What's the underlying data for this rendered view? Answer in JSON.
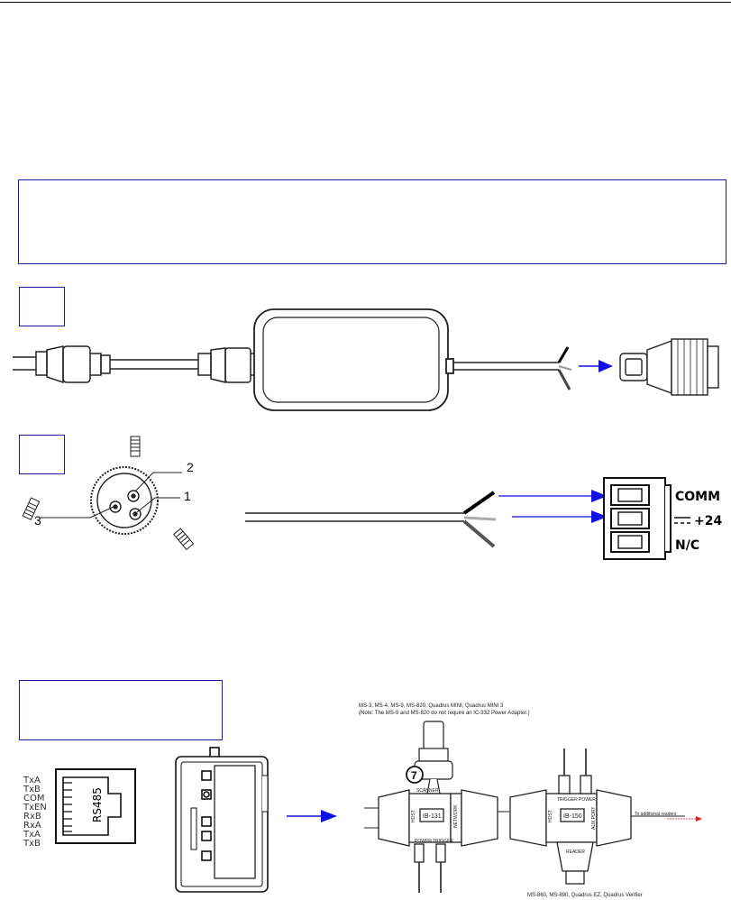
{
  "step_labels": [
    "",
    ""
  ],
  "pin_numbers": [
    "2",
    "1",
    "3"
  ],
  "terminal": {
    "comm": "COMM",
    "plus24": "+24",
    "nc": "N/C"
  },
  "rj45": {
    "pins": [
      "TxA",
      "TxB",
      "COM",
      "TxEN",
      "RxB",
      "RxA",
      "TxA",
      "TxB"
    ],
    "label": "RS485"
  },
  "network": {
    "top_caption_1": "MS-3, MS-4, MS-9, MS-820, Quadrus MINI, Quadrus MINI 3",
    "top_caption_2": "(Note: The MS-9 and MS-820 do not require an IC-332 Power Adapter.)",
    "bottom_caption": "MS-860, MS-890, Quadrus EZ, Quadrus Verifier",
    "callout": "7",
    "ib131": "IB-131",
    "ib150": "IB-150",
    "scanner": "SCANNER",
    "host": "HOST",
    "network": "NETWORK",
    "power": "POWER",
    "trigger": "TRIGGER",
    "aux": "AUX PORT",
    "reader": "READER",
    "to_additional": "To additional readers"
  },
  "colors": {
    "accent": "#1a1aa8",
    "arrow": "#1010e8",
    "red": "#e02020"
  }
}
